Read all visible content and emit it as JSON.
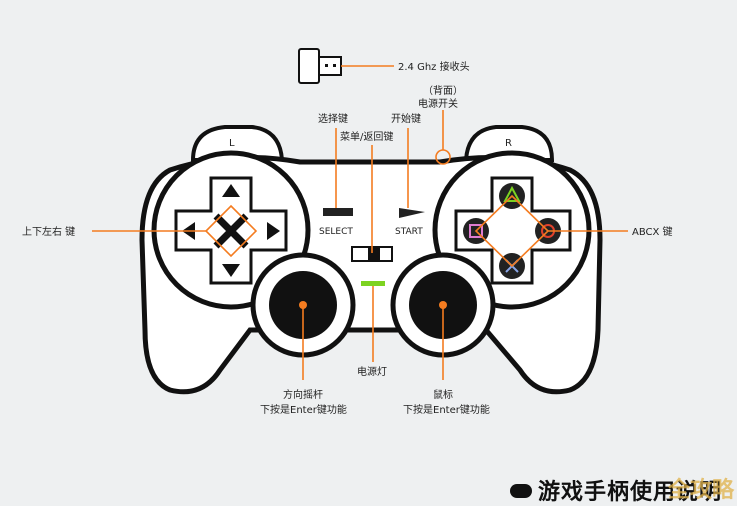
{
  "labels": {
    "receiver": "2.4 Ghz 接收头",
    "power_switch_line1": "（背面）",
    "power_switch_line2": "电源开关",
    "select_key": "选择键",
    "start_key": "开始键",
    "menu_key": "菜单/返回键",
    "dpad": "上下左右 键",
    "abcx": "ABCX 键",
    "select": "SELECT",
    "start": "START",
    "l_button": "L",
    "r_button": "R",
    "power_led": "电源灯",
    "left_stick_line1": "方向摇杆",
    "left_stick_line2": "下按是Enter键功能",
    "right_stick_line1": "鼠标",
    "right_stick_line2": "下按是Enter键功能"
  },
  "footer": {
    "title": "游戏手柄使用说明",
    "watermark": "全攻略"
  },
  "colors": {
    "callout": "#f47c20",
    "led": "#7dd321",
    "outline": "#111111",
    "background": "#eef0f1"
  }
}
